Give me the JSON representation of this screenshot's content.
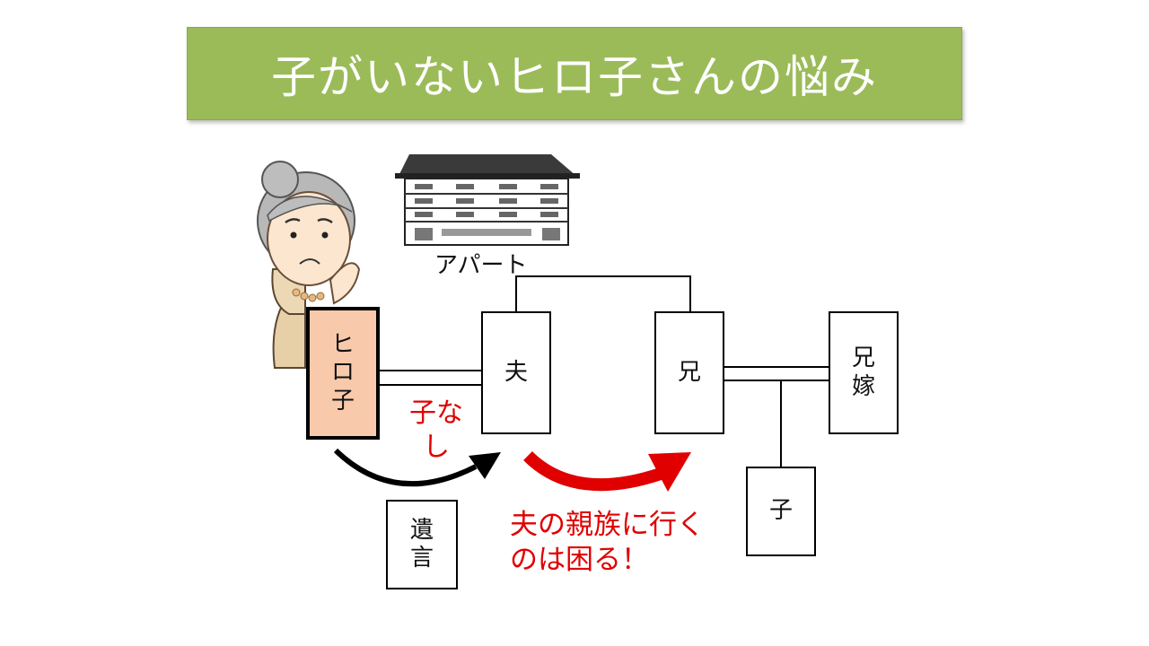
{
  "title": "子がいないヒロ子さんの悩み",
  "apartment_label": "アパート",
  "people": {
    "hiroko": "ヒロ子",
    "husband": "夫",
    "brother": "兄",
    "sister_in_law": "兄嫁",
    "child": "子"
  },
  "will_label": "遺言",
  "no_child_note": "子なし",
  "concern_note": "夫の親族に行くのは困る！",
  "colors": {
    "banner": "#9bbb59",
    "hiroko_box": "#f8c9ab",
    "alert_red": "#e00000"
  },
  "icons": [
    "elderly-woman-worried-icon",
    "apartment-building-icon",
    "curved-arrow-icon"
  ]
}
